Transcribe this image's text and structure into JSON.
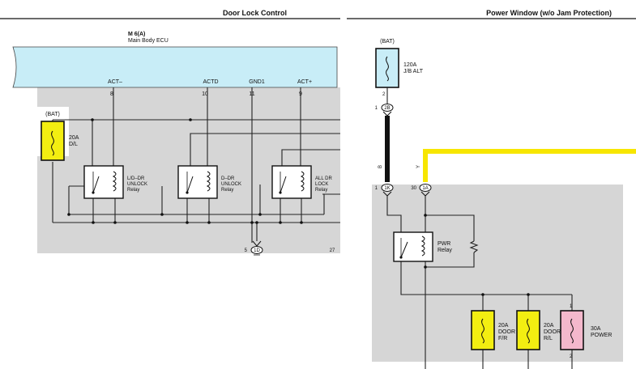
{
  "colors": {
    "ecu_fill": "#c8edf7",
    "shade": "#d6d6d6",
    "fuse_yellow": "#f3ee11",
    "fuse_pink": "#f4b8cc",
    "wire_yellow": "#f7e600",
    "wire_black": "#111111"
  },
  "left": {
    "title": "Door Lock Control",
    "ecu_ref": "M 6(A)",
    "ecu_name": "Main Body ECU",
    "pins": [
      {
        "name": "ACT–",
        "num": "8"
      },
      {
        "name": "ACTD",
        "num": "10"
      },
      {
        "name": "GND1",
        "num": "11"
      },
      {
        "name": "ACT+",
        "num": "9"
      }
    ],
    "bat": "(BAT)",
    "fuse_amp": "20A",
    "fuse_name": "D/L",
    "relays": [
      {
        "l1": "L/D–DR",
        "l2": "UNLOCK",
        "l3": "Relay"
      },
      {
        "l1": "D–DR",
        "l2": "UNLOCK",
        "l3": "Relay"
      },
      {
        "l1": "ALL DR",
        "l2": "LOCK",
        "l3": "Relay"
      }
    ],
    "conn_pin": "5",
    "conn_id": "1D",
    "pin27": "27"
  },
  "right": {
    "title": "Power Window (w/o Jam Protection)",
    "bat": "(BAT)",
    "main_fuse_amp": "120A",
    "main_fuse_name": "J/B ALT",
    "fuse_pin_bottom": "2",
    "c2b_pin": "1",
    "c2b_id": "2B",
    "wire_b": "B",
    "wire_y": "Y",
    "c1k_pin": "1",
    "c1k_id": "1K",
    "c1a_pin": "30",
    "c1a_id": "1A",
    "relay_name": "PWR",
    "relay_sub": "Relay",
    "fuses": [
      {
        "amp": "20A",
        "l1": "DOOR",
        "l2": "F/R"
      },
      {
        "amp": "20A",
        "l1": "DOOR",
        "l2": "R/L"
      },
      {
        "amp": "30A",
        "l1": "POWER",
        "l2": ""
      }
    ],
    "power_pin_top": "1",
    "power_pin_bottom": "2"
  }
}
